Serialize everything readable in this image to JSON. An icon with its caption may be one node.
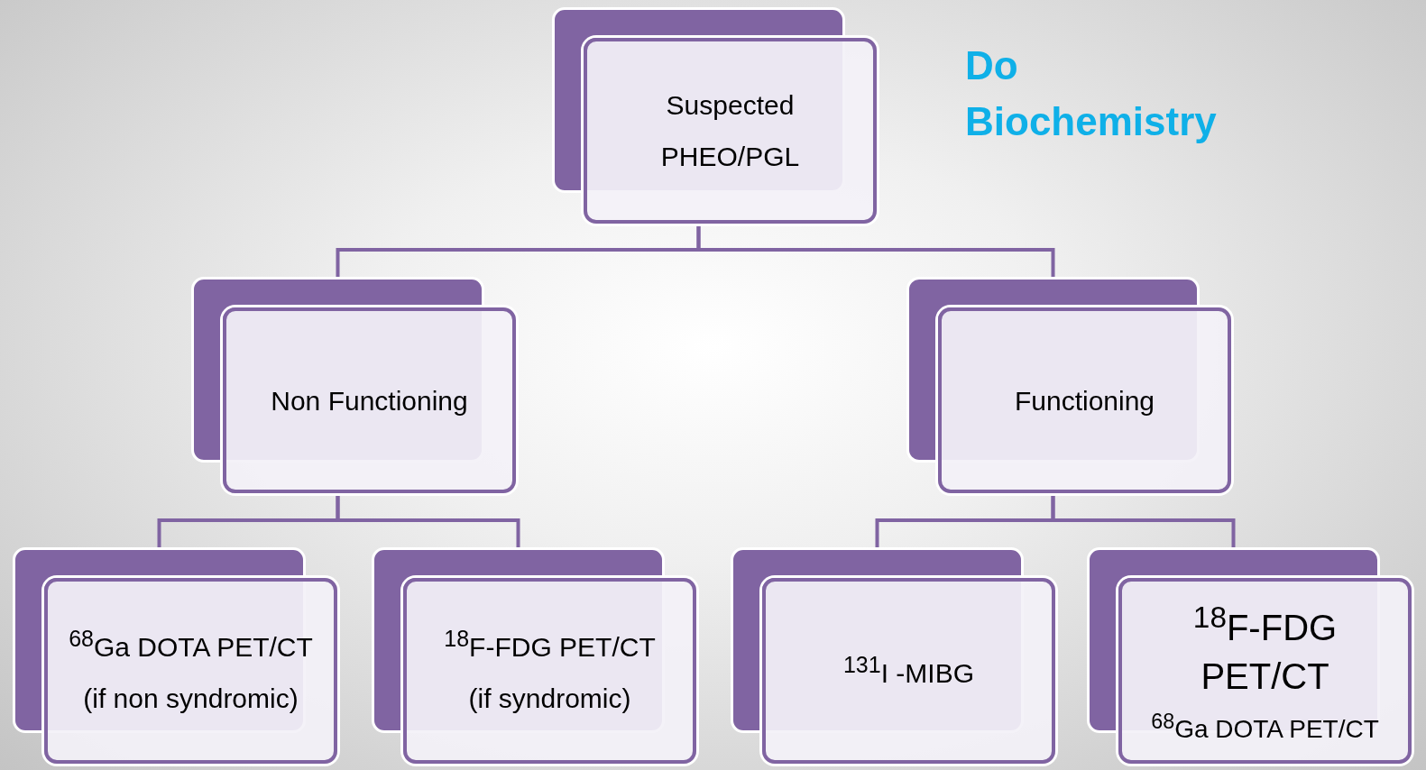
{
  "diagram": {
    "nodes": [
      {
        "text": [
          "Suspected PHEO/PGL"
        ]
      },
      {
        "text": [
          "Non Functioning"
        ]
      },
      {
        "text": [
          "Functioning"
        ]
      },
      {
        "text": [
          "$^{68}$Ga DOTA PET/CT (if non syndromic)"
        ]
      },
      {
        "text": [
          "$^{18}$F-FDG PET/CT (if syndromic)"
        ]
      },
      {
        "text": [
          "$^{131}$I -MIBG"
        ]
      },
      {
        "text": [
          "$^{18}$F-FDG PET/CT",
          "$^{68}$Ga DOTA PET/CT"
        ]
      }
    ],
    "edges": [
      {
        "from": 0,
        "to": 1,
        "arrow": "none"
      },
      {
        "from": 0,
        "to": 2,
        "arrow": "none"
      },
      {
        "from": 1,
        "to": 3,
        "arrow": "none"
      },
      {
        "from": 1,
        "to": 4,
        "arrow": "none"
      },
      {
        "from": 2,
        "to": 5,
        "arrow": "none"
      },
      {
        "from": 2,
        "to": 6,
        "arrow": "none"
      }
    ],
    "labels": [
      "Do Biochemistry"
    ]
  }
}
